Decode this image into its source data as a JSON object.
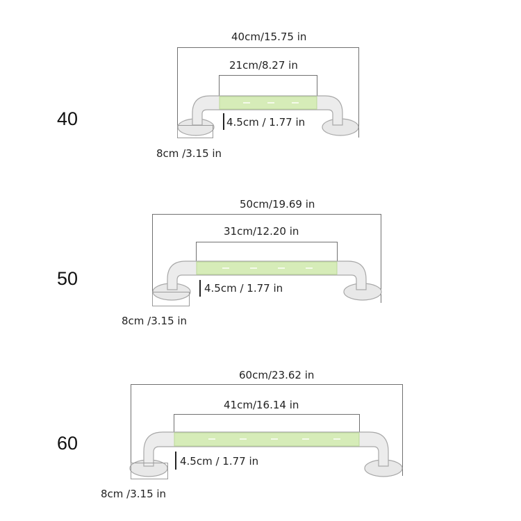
{
  "bars": [
    {
      "size_label": "40",
      "overall": "40cm/15.75 in",
      "grip": "21cm/8.27 in",
      "diameter": "4.5cm / 1.77 in",
      "base": "8cm  /3.15 in"
    },
    {
      "size_label": "50",
      "overall": "50cm/19.69 in",
      "grip": "31cm/12.20 in",
      "diameter": "4.5cm / 1.77 in",
      "base": "8cm  /3.15 in"
    },
    {
      "size_label": "60",
      "overall": "60cm/23.62 in",
      "grip": "41cm/16.14 in",
      "diameter": "4.5cm / 1.77 in",
      "base": "8cm  /3.15 in"
    }
  ],
  "colors": {
    "bar_body": "#ececec",
    "bar_outline": "#a8a8a8",
    "grip_green": "#d6ecb8",
    "dimension_line": "#707070"
  }
}
